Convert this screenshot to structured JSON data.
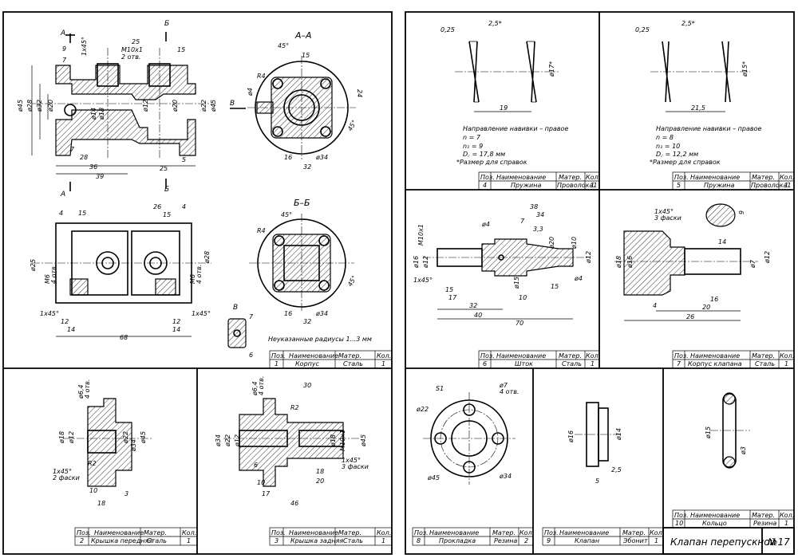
{
  "panels": {
    "body": {
      "labels": {
        "sec_a_top": "А",
        "sec_a_bot": "А",
        "sec_b_top": "Б",
        "sec_b_bot": "Б",
        "sec_aa": "А–А",
        "sec_bb": "Б–Б",
        "view_b": "В",
        "view_b_arrow": "В",
        "m10x1": "М10х1",
        "m10_count": "2 отв.",
        "chamfer_top": "1х45°",
        "chamfer_l": "1х45°",
        "chamfer_r": "1х45°",
        "m6_l": "М6",
        "m6_l_count": "4 отв.",
        "m6_r": "М6",
        "m6_r_count": "4 отв.",
        "r4_a": "R4",
        "r4_b": "R4",
        "note": "Неуказанные радиусы 1...3 мм"
      },
      "dims": {
        "d9": "9",
        "d7": "7",
        "d25": "25",
        "d15a": "15",
        "d45": "ø45",
        "d28": "ø28",
        "d32": "ø32",
        "d20l": "ø20",
        "d14": "ø14",
        "d18": "ø18",
        "d12": "ø12",
        "d20r": "ø20",
        "d22": "ø22",
        "d45r": "ø45",
        "d7b": "7",
        "d28b": "28",
        "d36": "36",
        "d39": "39",
        "d25b": "25",
        "d5": "5",
        "aa45": "45°",
        "aa15": "15",
        "aa24": "24",
        "aa4": "ø4",
        "aa45b": "45°",
        "aa16": "16",
        "aa34": "ø34",
        "aa32": "32",
        "p4a": "4",
        "p15a": "15",
        "p26": "26",
        "p15b": "15",
        "p4b": "4",
        "p25": "ø25",
        "p28": "ø28",
        "p12a": "12",
        "p14a": "14",
        "p68": "68",
        "p12b": "12",
        "p14b": "14",
        "bb45": "45°",
        "bb45b": "45°",
        "bb16": "16",
        "bb34": "ø34",
        "bb32": "32",
        "v7": "7",
        "v6": "6"
      },
      "title": {
        "pos_h": "Поз.",
        "name_h": "Наименование",
        "mat_h": "Матер.",
        "qty_h": "Кол.",
        "pos": "1",
        "name": "Корпус",
        "mat": "Сталь",
        "qty": "1"
      }
    },
    "spring1": {
      "dims": {
        "d025": "0,25",
        "d25": "2,5*",
        "d17": "ø17*",
        "d19": "19"
      },
      "notes": [
        "Направление навивки – правое",
        "n = 7",
        "n₁ = 9",
        "D꜀ = 17,8 мм",
        "*Размер для справок"
      ],
      "title": {
        "pos_h": "Поз.",
        "name_h": "Наименование",
        "mat_h": "Матер.",
        "qty_h": "Кол.",
        "pos": "4",
        "name": "Пружина",
        "mat": "Проволока1",
        "qty": "1"
      }
    },
    "spring2": {
      "dims": {
        "d025": "0,25",
        "d25": "2,5*",
        "d15": "ø15*",
        "d215": "21,5"
      },
      "notes": [
        "Направление навивки – правое",
        "n = 8",
        "n₁ = 10",
        "D꜀ = 12,2 мм",
        "*Размер для справок"
      ],
      "title": {
        "pos_h": "Поз.",
        "name_h": "Наименование",
        "mat_h": "Матер.",
        "qty_h": "Кол.",
        "pos": "5",
        "name": "Пружина",
        "mat": "Проволока1",
        "qty": "1"
      }
    },
    "stem": {
      "dims": {
        "m10": "М10х1",
        "d16": "ø16",
        "d12": "ø12",
        "d4a": "ø4",
        "d38": "38",
        "d34": "34",
        "d7": "7",
        "d33": "3,3",
        "d20": "ø20",
        "d10": "ø10",
        "d12r": "ø12",
        "d15": "ø15",
        "d4b": "ø4",
        "c": "1х45°",
        "l15": "15",
        "l17": "17",
        "l32": "32",
        "l40": "40",
        "l10": "10",
        "l15b": "15",
        "l70": "70"
      },
      "title": {
        "pos_h": "Поз.",
        "name_h": "Наименование",
        "mat_h": "Матер.",
        "qty_h": "Кол.",
        "pos": "6",
        "name": "Шток",
        "mat": "Сталь",
        "qty": "1"
      }
    },
    "vbody": {
      "dims": {
        "c": "1х45°",
        "c2": "3 фаски",
        "d6": "6",
        "d18": "ø18",
        "d16": "ø16",
        "d14": "14",
        "d7": "ø7",
        "d12": "ø12",
        "l16": "16",
        "l4": "4",
        "l20": "20",
        "l26": "26"
      },
      "title": {
        "pos_h": "Поз.",
        "name_h": "Наименование",
        "mat_h": "Матер.",
        "qty_h": "Кол.",
        "pos": "7",
        "name": "Корпус клапана",
        "mat": "Сталь",
        "qty": "1"
      }
    },
    "front": {
      "dims": {
        "d64": "ø6,4",
        "d64c": "4 отв.",
        "d18": "ø18",
        "d12": "ø12",
        "d22": "ø22",
        "d34": "ø34",
        "d45": "ø45",
        "c": "1х45°",
        "c2": "2 фаски",
        "r2": "R2",
        "l10": "10",
        "l3": "3",
        "l18": "18"
      },
      "title": {
        "pos_h": "Поз.",
        "name_h": "Наименование",
        "mat_h": "Матер.",
        "qty_h": "Кол.",
        "pos": "2",
        "name": "Крышка передняя",
        "mat": "Сталь",
        "qty": "1"
      }
    },
    "rear": {
      "dims": {
        "d64": "ø6,4",
        "d64c": "4 отв.",
        "l30": "30",
        "r2": "R2",
        "d34": "ø34",
        "d22": "ø22",
        "d12": "ø12",
        "d18": "ø18",
        "m10": "М10х1",
        "d45": "ø45",
        "c": "1х45°",
        "c2": "3 фаски",
        "l6": "6",
        "l10": "10",
        "l17": "17",
        "l18": "18",
        "l20": "20",
        "l46": "46"
      },
      "title": {
        "pos_h": "Поз.",
        "name_h": "Наименование",
        "mat_h": "Матер.",
        "qty_h": "Кол.",
        "pos": "3",
        "name": "Крышка задняя",
        "mat": "Сталь",
        "qty": "1"
      }
    },
    "gasket": {
      "dims": {
        "s1": "S1",
        "d7": "ø7",
        "d7c": "4 отв.",
        "d22": "ø22",
        "d45": "ø45",
        "d34": "ø34"
      },
      "title": {
        "pos_h": "Поз.",
        "name_h": "Наименование",
        "mat_h": "Матер.",
        "qty_h": "Кол.",
        "pos": "8",
        "name": "Прокладка",
        "mat": "Резина",
        "qty": "2"
      }
    },
    "valve": {
      "dims": {
        "d16": "ø16",
        "d14": "ø14",
        "l5": "5",
        "l25": "2,5"
      },
      "title": {
        "pos_h": "Поз.",
        "name_h": "Наименование",
        "mat_h": "Матер.",
        "qty_h": "Кол.",
        "pos": "9",
        "name": "Клапан",
        "mat": "Эбонит",
        "qty": "1"
      }
    },
    "ring": {
      "dims": {
        "d15": "ø15",
        "d3": "ø3"
      },
      "title": {
        "pos_h": "Поз.",
        "name_h": "Наименование",
        "mat_h": "Матер.",
        "qty_h": "Кол.",
        "pos": "10",
        "name": "Кольцо",
        "mat": "Резина",
        "qty": "1"
      },
      "sheet_title": "Клапан перепускной",
      "sheet_no": "№17"
    }
  }
}
